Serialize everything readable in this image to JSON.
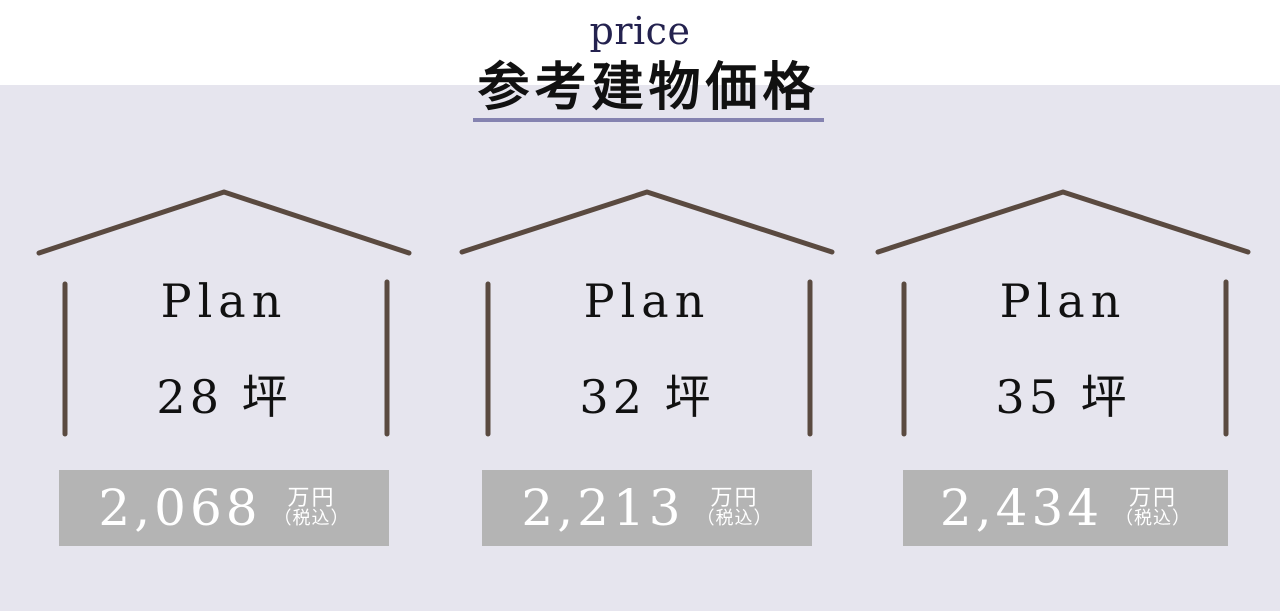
{
  "header": {
    "eyebrow": "price",
    "title": "参考建物価格"
  },
  "colors": {
    "band": "#e6e5ee",
    "house_line": "#5a4a40",
    "price_box": "#b4b4b4",
    "underline": "#8583b0",
    "eyebrow": "#24224f"
  },
  "plans": [
    {
      "label": "Plan",
      "size": "28 坪",
      "price": "2,068",
      "unit_top": "万円",
      "unit_bottom": "（税込）"
    },
    {
      "label": "Plan",
      "size": "32 坪",
      "price": "2,213",
      "unit_top": "万円",
      "unit_bottom": "（税込）"
    },
    {
      "label": "Plan",
      "size": "35 坪",
      "price": "2,434",
      "unit_top": "万円",
      "unit_bottom": "（税込）"
    }
  ]
}
